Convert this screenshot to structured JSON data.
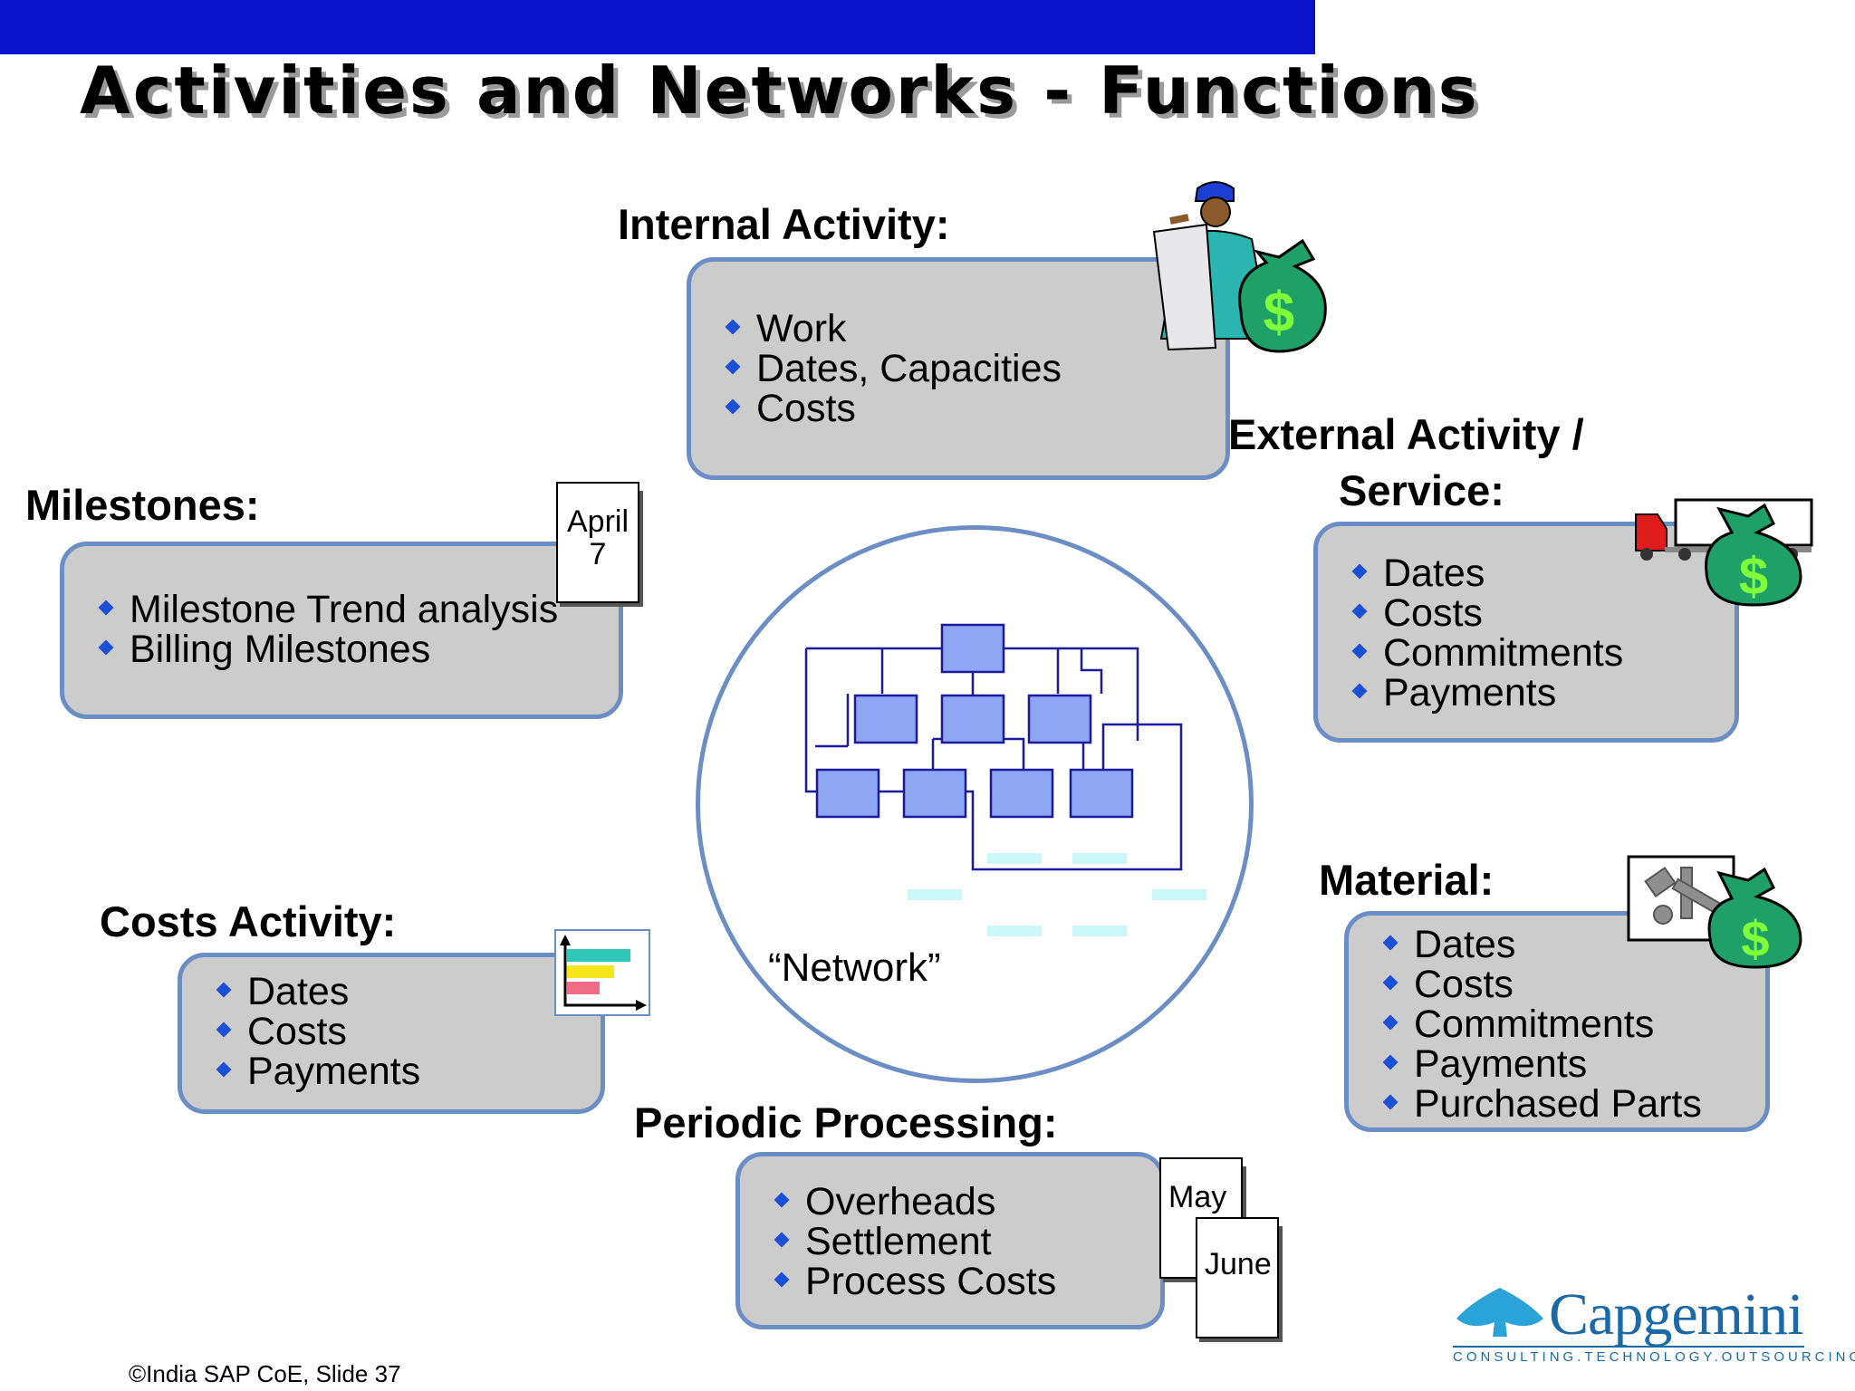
{
  "title": "Activities and Networks - Functions",
  "colors": {
    "top_bar": "#0a14c8",
    "box_fill": "#cccccc",
    "box_border": "#6b8ec5",
    "bullet": "#1a4fd6",
    "network_node": "#8fa6f5"
  },
  "internal_activity": {
    "heading": "Internal Activity:",
    "items": [
      "Work",
      "Dates, Capacities",
      "Costs"
    ],
    "icon": "worker-with-money-bag-icon"
  },
  "external_activity": {
    "heading_line1": "External Activity /",
    "heading_line2": "Service:",
    "items": [
      "Dates",
      "Costs",
      "Commitments",
      "Payments"
    ],
    "icon": "truck-with-money-bag-icon",
    "money_symbol": "$"
  },
  "milestones": {
    "heading": "Milestones:",
    "items": [
      "Milestone Trend analysis",
      "Billing Milestones"
    ],
    "calendar": {
      "month": "April",
      "day": "7"
    }
  },
  "material": {
    "heading": "Material:",
    "items": [
      "Dates",
      "Costs",
      "Commitments",
      "Payments",
      "Purchased Parts"
    ],
    "icon": "parts-with-money-bag-icon",
    "money_symbol": "$"
  },
  "costs_activity": {
    "heading": "Costs Activity:",
    "items": [
      "Dates",
      "Costs",
      "Payments"
    ],
    "icon": "bar-chart-icon"
  },
  "periodic_processing": {
    "heading": "Periodic Processing:",
    "items": [
      "Overheads",
      "Settlement",
      "Process Costs"
    ],
    "calendar_1": "May",
    "calendar_2": "June"
  },
  "network": {
    "label": "“Network”"
  },
  "internal_money_symbol": "$",
  "footer": "©India SAP CoE, Slide 37",
  "logo": {
    "name": "Capgemini",
    "tagline": "CONSULTING.TECHNOLOGY.OUTSOURCING"
  }
}
